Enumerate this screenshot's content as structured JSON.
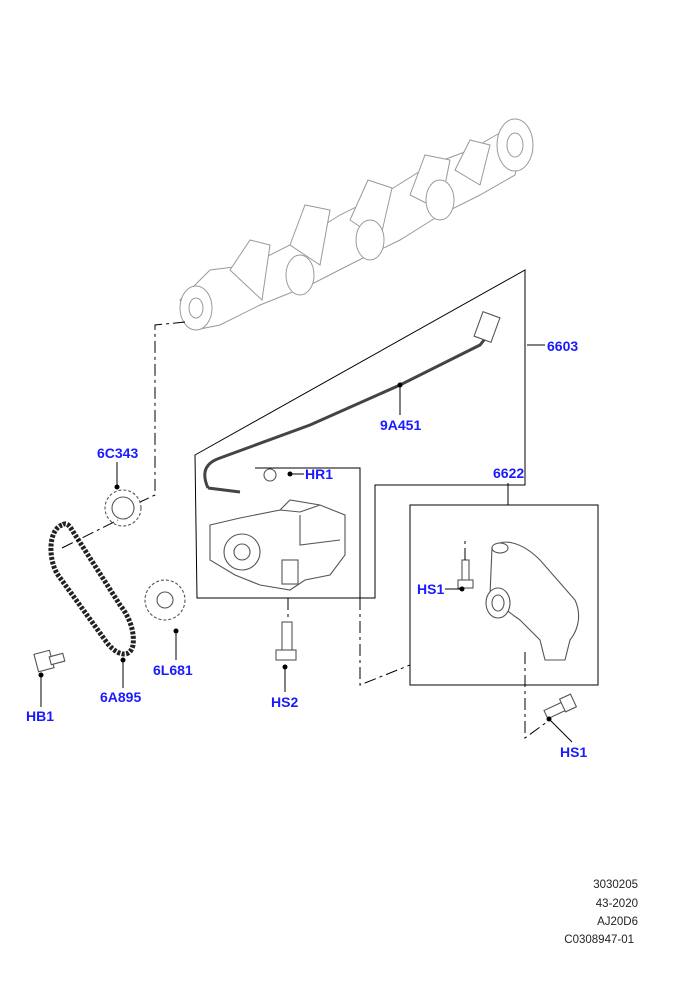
{
  "callouts": {
    "p6603": "6603",
    "p9a451": "9A451",
    "hr1": "HR1",
    "p6622": "6622",
    "p6c343": "6C343",
    "hs1_upper": "HS1",
    "hs1_lower": "HS1",
    "p6l681": "6L681",
    "p6a895": "6A895",
    "hb1": "HB1",
    "hs2": "HS2"
  },
  "footer": {
    "line1": "3030205",
    "line2": "43-2020",
    "line3": "AJ20D6",
    "line4": "C0308947-01"
  },
  "colors": {
    "callout_text": "#1a1aff",
    "linework": "#000000",
    "ghost_part": "#9a9a9a"
  }
}
